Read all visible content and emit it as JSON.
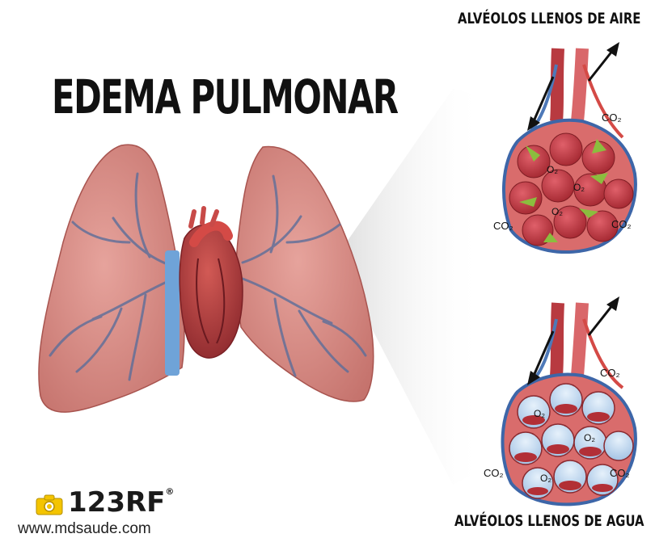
{
  "title": "EDEMA PULMONAR",
  "top_caption": "ALVÉOLOS LLENOS DE AIRE",
  "bottom_caption": "ALVÉOLOS LLENOS DE AGUA",
  "logo": {
    "text": "123RF",
    "mark": "®"
  },
  "website": "www.mdsaude.com",
  "gases": {
    "co2": "CO₂",
    "o2": "O₂"
  },
  "colors": {
    "lung": "#d98a84",
    "lung_dark": "#b85e5a",
    "vessel": "#5c6e9a",
    "heart": "#b83c3c",
    "aorta": "#d44a46",
    "vein_blue": "#6fa3d8",
    "alveolus_red": "#c23a3e",
    "water": "#bcd6ef",
    "arrow_green": "#8bbd3e"
  }
}
